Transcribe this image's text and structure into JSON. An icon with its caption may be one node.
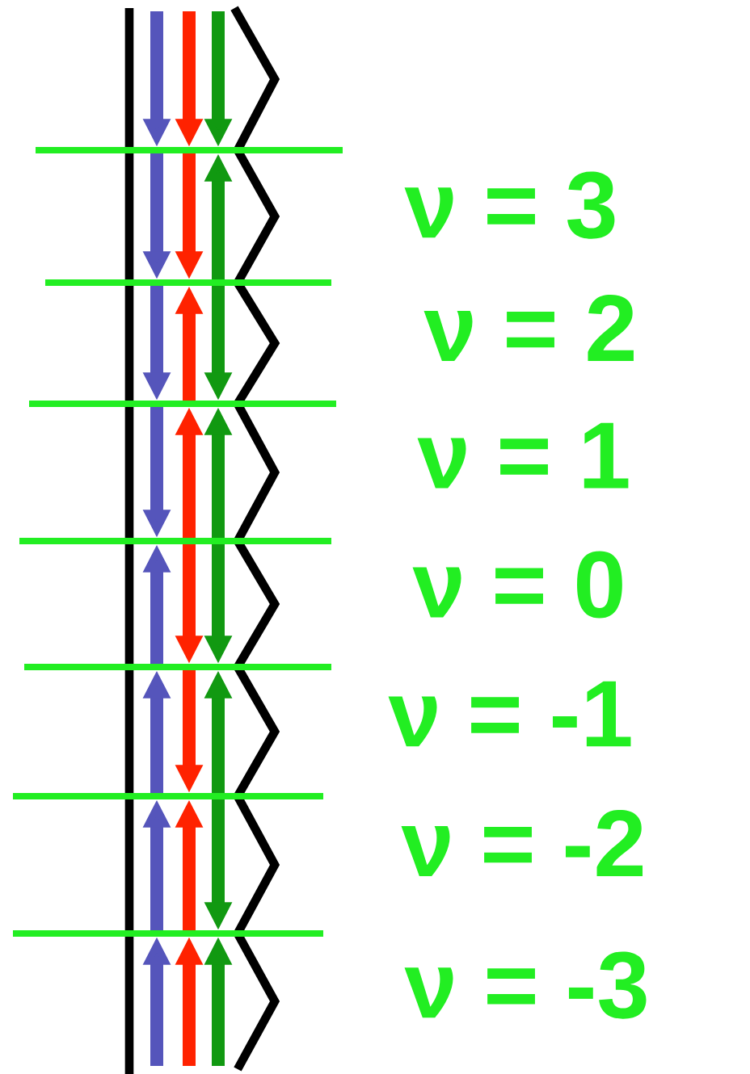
{
  "diagram": {
    "labels": [
      "ν = 3",
      "ν = 2",
      "ν = 1",
      "ν = 0",
      "ν = -1",
      "ν = -2",
      "ν = -3"
    ]
  }
}
